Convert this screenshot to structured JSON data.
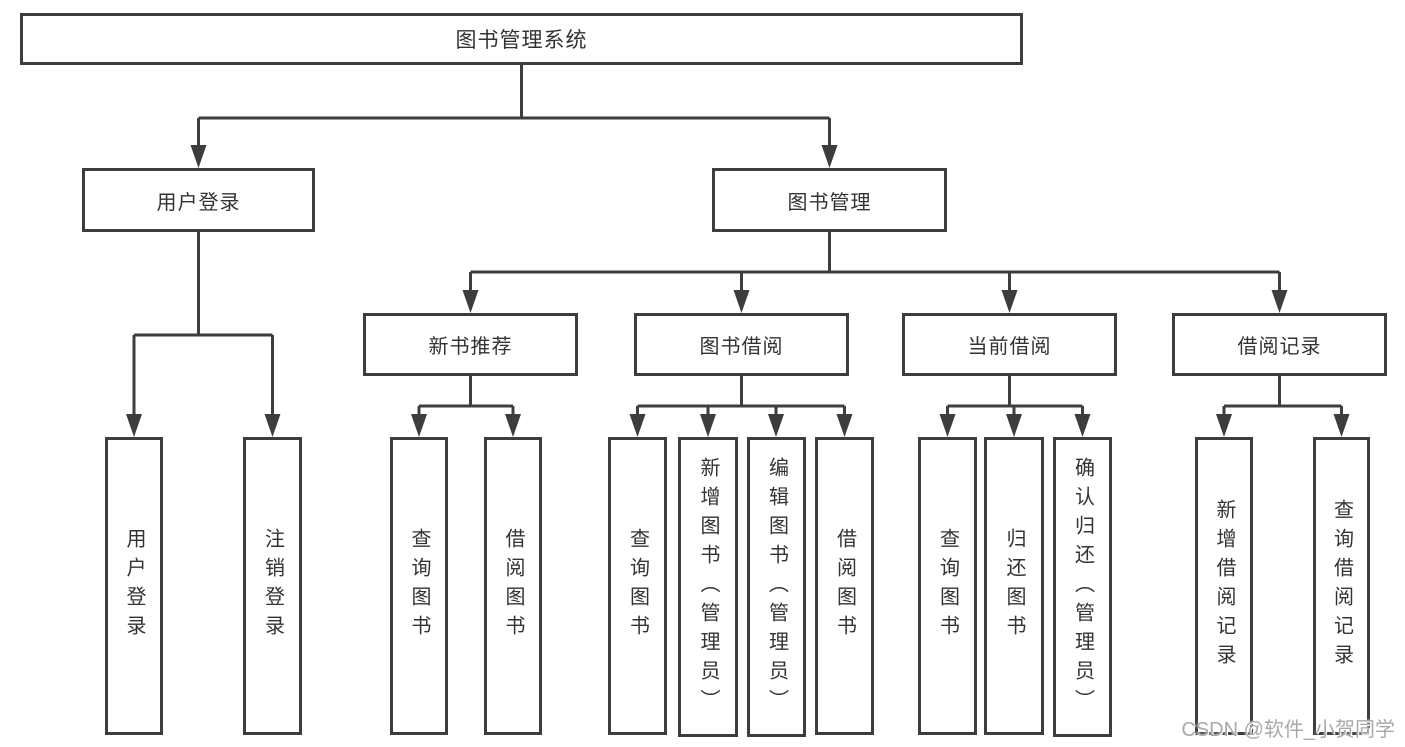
{
  "colors": {
    "line": "#3d3d3d",
    "text": "#333333",
    "box_background": "#ffffff",
    "page_background": "#ffffff",
    "watermark": "#a9a9a9"
  },
  "watermark": {
    "text": "CSDN @软件_小贺同学"
  },
  "nodes": {
    "root": {
      "label": "图书管理系统"
    },
    "user_login": {
      "label": "用户登录"
    },
    "book_management": {
      "label": "图书管理"
    },
    "new_book_recommend": {
      "label": "新书推荐"
    },
    "book_borrow": {
      "label": "图书借阅"
    },
    "current_borrow": {
      "label": "当前借阅"
    },
    "borrow_records": {
      "label": "借阅记录"
    },
    "leaf_user_login": {
      "label": "用户登录"
    },
    "leaf_logout": {
      "label": "注销登录"
    },
    "leaf_query_books_1": {
      "label": "查询图书"
    },
    "leaf_borrow_books_1": {
      "label": "借阅图书"
    },
    "leaf_query_books_2": {
      "label": "查询图书"
    },
    "leaf_add_book_admin": {
      "label": "新增图书（管理员）"
    },
    "leaf_edit_book_admin": {
      "label": "编辑图书（管理员）"
    },
    "leaf_borrow_books_2": {
      "label": "借阅图书"
    },
    "leaf_query_books_3": {
      "label": "查询图书"
    },
    "leaf_return_books": {
      "label": "归还图书"
    },
    "leaf_confirm_return_admin": {
      "label": "确认归还（管理员）"
    },
    "leaf_add_borrow_record": {
      "label": "新增借阅记录"
    },
    "leaf_query_borrow_record": {
      "label": "查询借阅记录"
    }
  },
  "hierarchy": {
    "图书管理系统": [
      "用户登录",
      "图书管理"
    ],
    "用户登录": [
      "用户登录",
      "注销登录"
    ],
    "图书管理": [
      "新书推荐",
      "图书借阅",
      "当前借阅",
      "借阅记录"
    ],
    "新书推荐": [
      "查询图书",
      "借阅图书"
    ],
    "图书借阅": [
      "查询图书",
      "新增图书（管理员）",
      "编辑图书（管理员）",
      "借阅图书"
    ],
    "当前借阅": [
      "查询图书",
      "归还图书",
      "确认归还（管理员）"
    ],
    "借阅记录": [
      "新增借阅记录",
      "查询借阅记录"
    ]
  }
}
